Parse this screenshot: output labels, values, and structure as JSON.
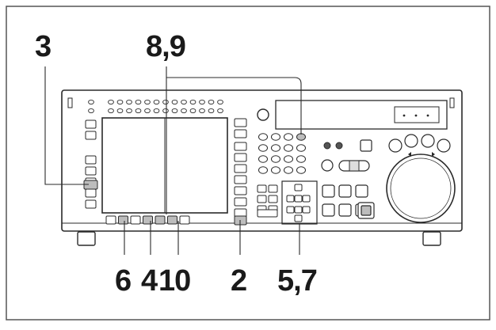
{
  "diagram": {
    "callouts": {
      "top_left": "3",
      "top_center": "8,9",
      "bottom_6": "6",
      "bottom_4": "4",
      "bottom_10": "10",
      "bottom_2": "2",
      "bottom_57": "5,7"
    },
    "colors": {
      "line": "#2a2a2a",
      "panel_fill": "#ffffff",
      "highlight": "#bdbdbd"
    }
  }
}
